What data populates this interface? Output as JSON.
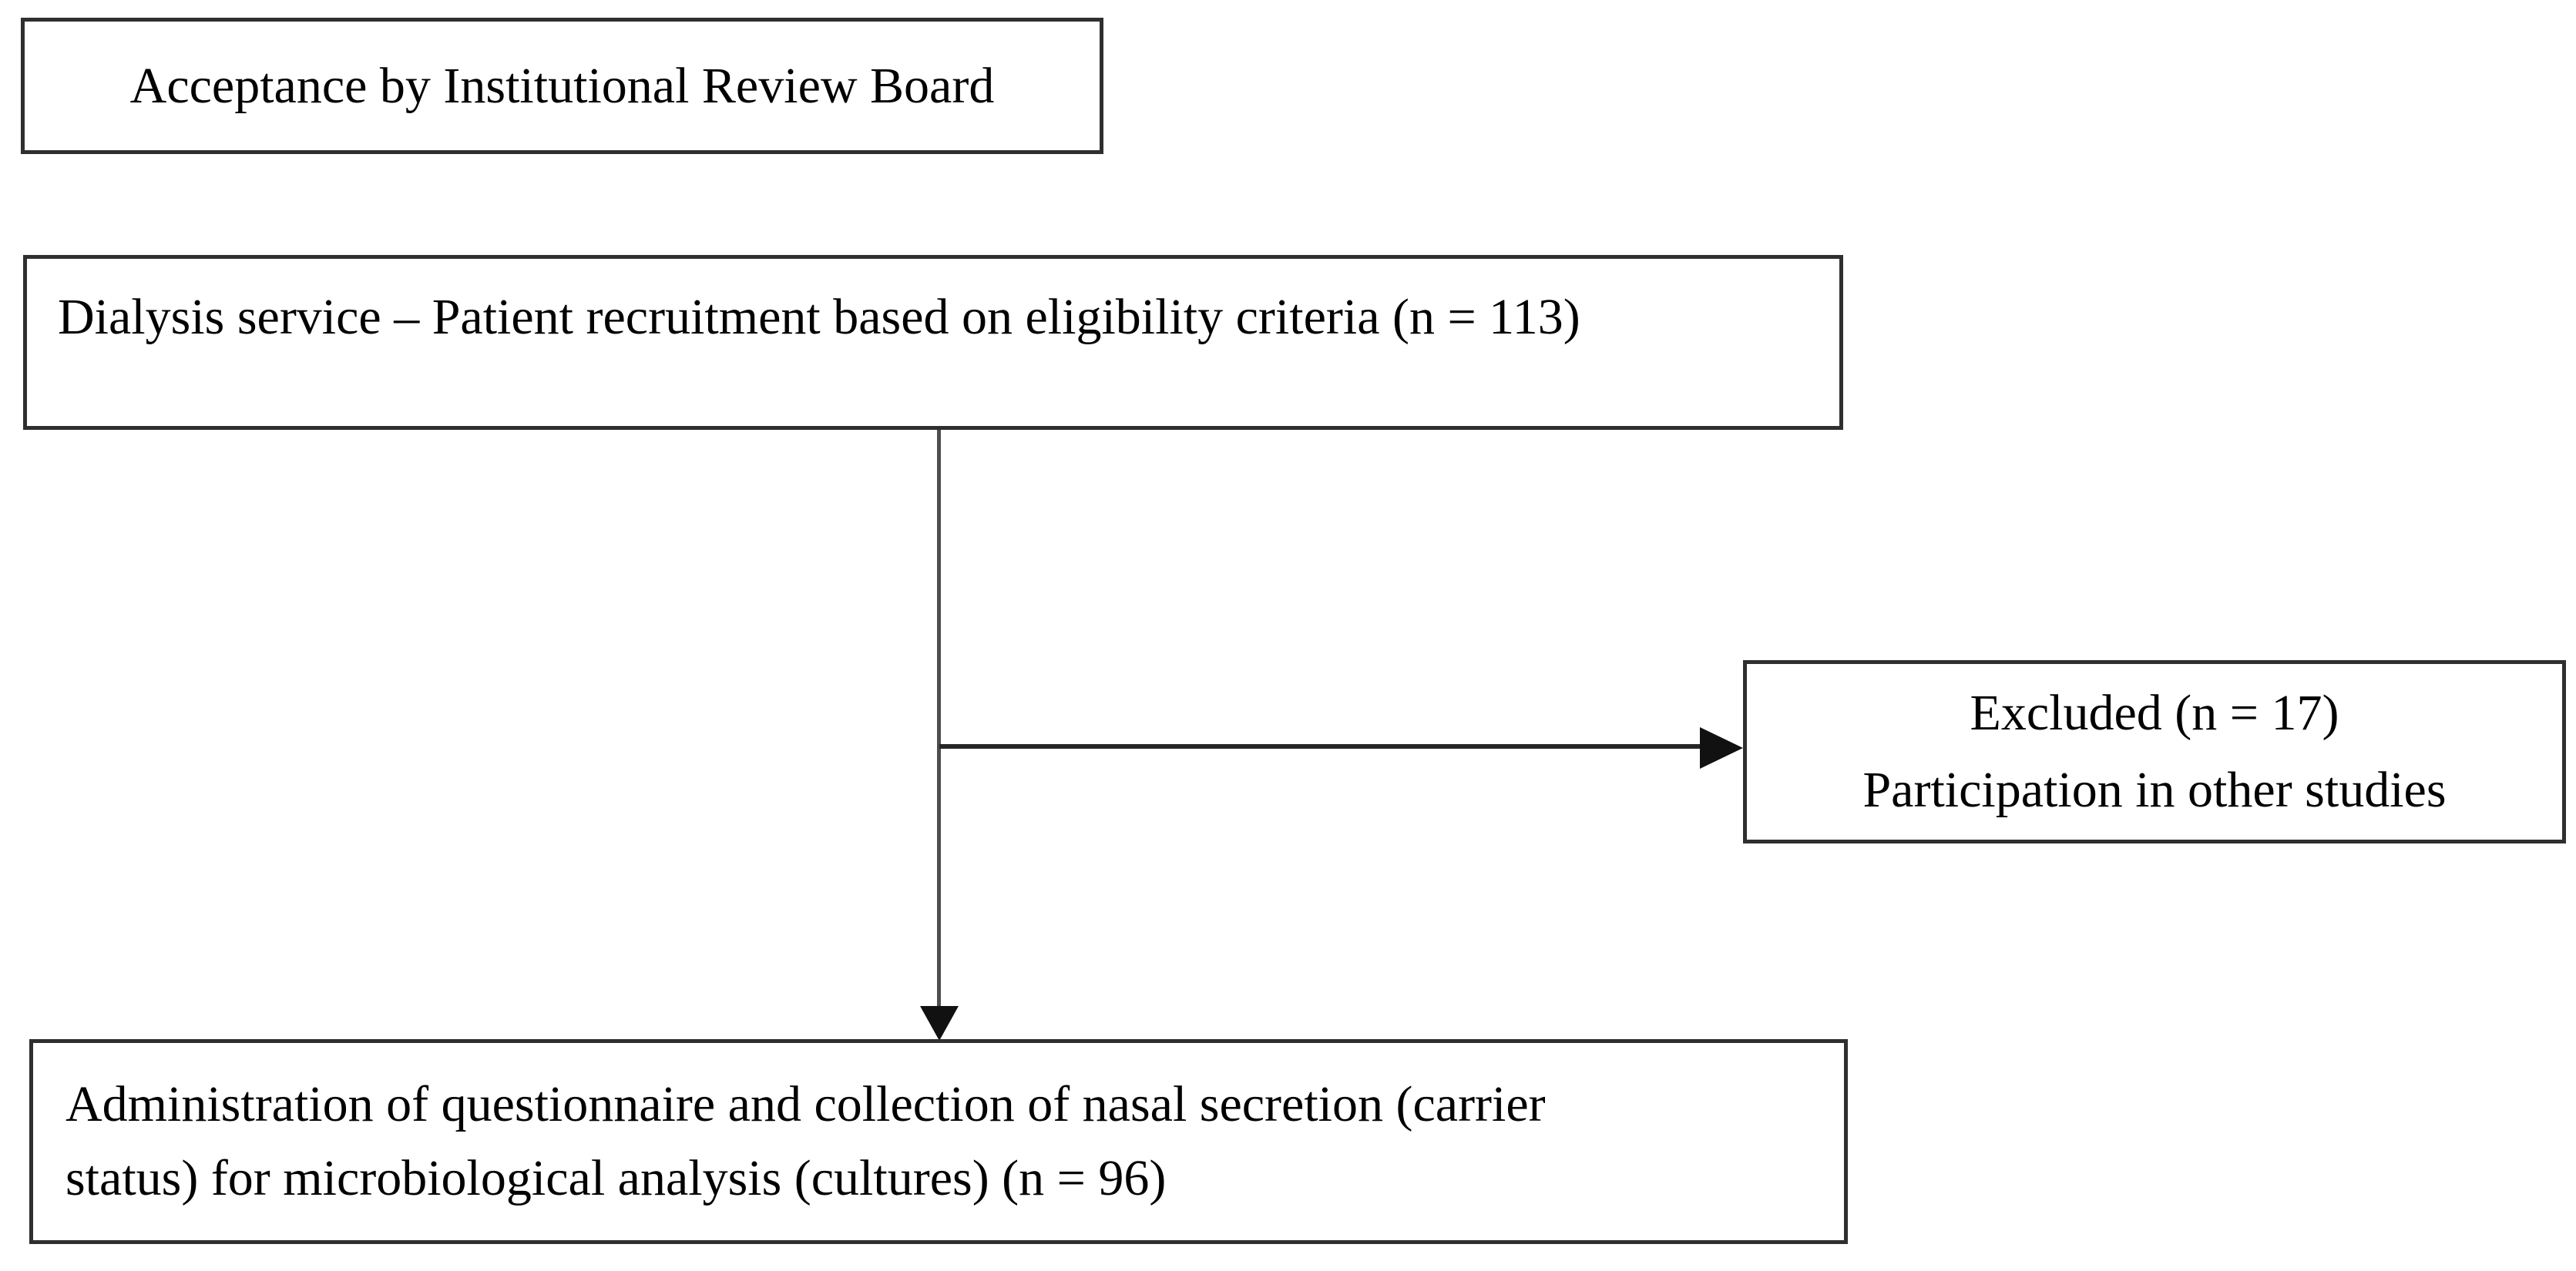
{
  "diagram": {
    "type": "study-flowchart",
    "background_color": "#ffffff",
    "box_border_color": "#2f2f2f",
    "connector_color": "#4d4d4d",
    "arrow_color": "#111111",
    "text_color": "#000000",
    "nodes": {
      "irb": {
        "text": "Acceptance by Institutional Review Board"
      },
      "recruitment": {
        "text": "Dialysis service – Patient recruitment based on eligibility criteria (n = 113)",
        "n": 113
      },
      "excluded": {
        "lines": [
          "Excluded (n = 17)",
          "Participation in other studies"
        ],
        "n": 17
      },
      "administration": {
        "lines": [
          "Administration of questionnaire and collection of nasal secretion (carrier",
          "status) for microbiological analysis (cultures) (n = 96)"
        ],
        "n": 96
      }
    }
  }
}
